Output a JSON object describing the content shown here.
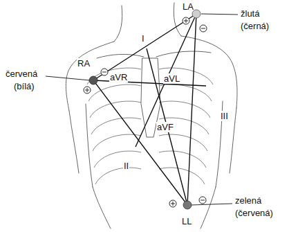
{
  "diagram": {
    "labels": [
      "LA",
      "RA",
      "LL",
      "I",
      "II",
      "III",
      "aVR",
      "aVL",
      "aVF",
      "žlutá",
      "(černá)",
      "červená",
      "(bílá)",
      "zelená",
      "(červená)"
    ]
  }
}
